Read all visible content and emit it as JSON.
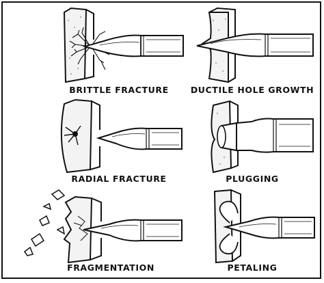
{
  "diagram": {
    "panels": [
      {
        "id": "brittle-fracture",
        "label": "BRITTLE FRACTURE"
      },
      {
        "id": "ductile-hole-growth",
        "label": "DUCTILE HOLE GROWTH"
      },
      {
        "id": "radial-fracture",
        "label": "RADIAL FRACTURE"
      },
      {
        "id": "plugging",
        "label": "PLUGGING"
      },
      {
        "id": "fragmentation",
        "label": "FRAGMENTATION"
      },
      {
        "id": "petaling",
        "label": "PETALING"
      }
    ]
  }
}
